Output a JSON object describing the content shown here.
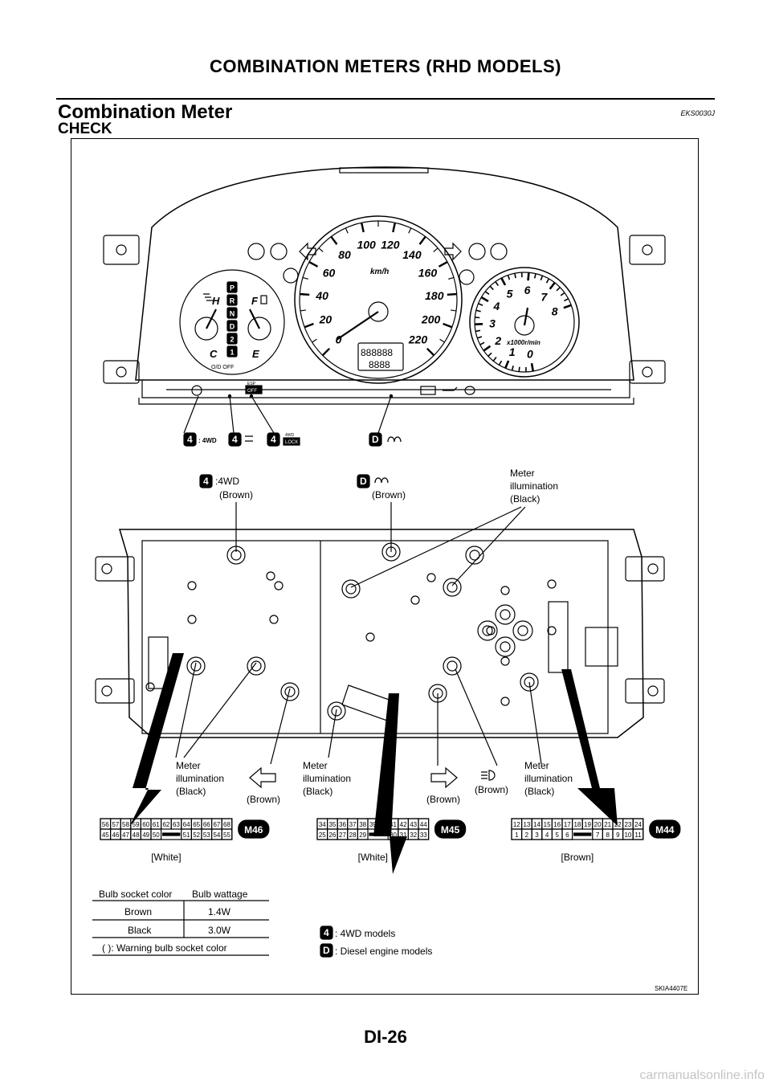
{
  "header": {
    "title": "COMBINATION METERS (RHD MODELS)"
  },
  "section": {
    "title": "Combination Meter",
    "code": "EKS0030J",
    "subtitle": "CHECK"
  },
  "gauges": {
    "speedo_unit": "km/h",
    "speedo_ticks": [
      "0",
      "20",
      "40",
      "60",
      "80",
      "100",
      "120",
      "140",
      "160",
      "180",
      "200",
      "220"
    ],
    "odometer": "888888",
    "trip": "8888",
    "tacho_unit": "x1000r/min",
    "tacho_ticks": [
      "0",
      "1",
      "2",
      "3",
      "4",
      "5",
      "6",
      "7",
      "8"
    ],
    "temp_hot": "H",
    "temp_cold": "C",
    "fuel_full": "F",
    "fuel_empty": "E",
    "gear_positions": [
      "P",
      "R",
      "N",
      "D",
      "2",
      "1"
    ],
    "od_off": "O/D OFF",
    "esp_top": "ESP",
    "esp_bottom": "OFF"
  },
  "callouts": {
    "top_row_4wd": ": 4WD",
    "top_row_4wd_lock_top": "4WD",
    "top_row_4wd_lock_bottom": "LOCK",
    "label_4wd": ":4WD",
    "label_4wd_color": "(Brown)",
    "label_d_color": "(Brown)",
    "meter_illum_top": [
      "Meter",
      "illumination",
      "(Black)"
    ],
    "meter_illum_bottom_left": [
      "Meter",
      "illumination",
      "(Black)"
    ],
    "meter_illum_bottom_mid": [
      "Meter",
      "illumination",
      "(Black)"
    ],
    "meter_illum_bottom_right": [
      "Meter",
      "illumination",
      "(Black)"
    ],
    "brown_1": "(Brown)",
    "brown_2": "(Brown)",
    "brown_3": "(Brown)",
    "symbol_4": "4",
    "symbol_d": "D"
  },
  "connectors": [
    {
      "id": "M46",
      "color": "[White]",
      "row1": [
        "56",
        "57",
        "58",
        "59",
        "60",
        "61",
        "62",
        "63",
        "64",
        "65",
        "66",
        "67",
        "68"
      ],
      "row2": [
        "45",
        "46",
        "47",
        "48",
        "49",
        "50",
        "",
        "51",
        "52",
        "53",
        "54",
        "55"
      ]
    },
    {
      "id": "M45",
      "color": "[White]",
      "row1": [
        "34",
        "35",
        "36",
        "37",
        "38",
        "39",
        "40",
        "41",
        "42",
        "43",
        "44"
      ],
      "row2": [
        "25",
        "26",
        "27",
        "28",
        "29",
        "",
        "30",
        "31",
        "32",
        "33"
      ]
    },
    {
      "id": "M44",
      "color": "[Brown]",
      "row1": [
        "12",
        "13",
        "14",
        "15",
        "16",
        "17",
        "18",
        "19",
        "20",
        "21",
        "22",
        "23",
        "24"
      ],
      "row2": [
        "1",
        "2",
        "3",
        "4",
        "5",
        "6",
        "",
        "7",
        "8",
        "9",
        "10",
        "11"
      ]
    }
  ],
  "bulb_table": {
    "headers": [
      "Bulb socket color",
      "Bulb wattage"
    ],
    "rows": [
      [
        "Brown",
        "1.4W"
      ],
      [
        "Black",
        "3.0W"
      ]
    ],
    "note": "(  ): Warning bulb socket color"
  },
  "legend": {
    "4wd": ": 4WD models",
    "diesel": ": Diesel engine models"
  },
  "figure_id": "SKIA4407E",
  "page_number": "DI-26",
  "watermark": "carmanualsonline.info"
}
